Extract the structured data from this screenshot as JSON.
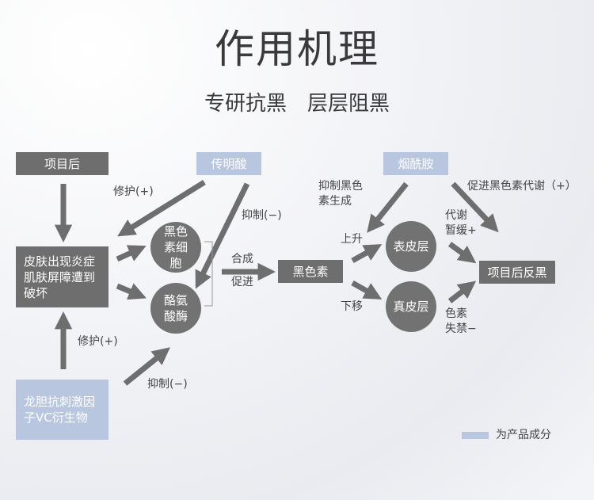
{
  "title": "作用机理",
  "subtitle": "专研抗黑　层层阻黑",
  "boxes": {
    "after_project": "项目后",
    "tranexamic": "传明酸",
    "niacinamide": "烟酰胺",
    "skin_issue": "皮肤出现炎症肌肤屏障遭到破坏",
    "gentian": "龙胆抗刺激因子VC衍生物",
    "melanin": "黑色素",
    "rebound": "项目后反黑"
  },
  "circles": {
    "melanocyte": "黑色素细胞",
    "tyrosinase": "酪氨酸酶",
    "epidermis": "表皮层",
    "dermis": "真皮层"
  },
  "labels": {
    "repair1": "修护(+)",
    "inhibit1": "抑制(−)",
    "synth": "合成",
    "promote": "促进",
    "repair2": "修护(+)",
    "inhibit2": "抑制(−)",
    "inhibit_melanin": "抑制黑色\n素生成",
    "promote_metab": "促进黑色素代谢（+）",
    "rise": "上升",
    "sink": "下移",
    "metab_delay": "代谢\n暂缓+",
    "incontinence": "色素\n失禁−"
  },
  "legend": {
    "label": "为产品成分",
    "color": "#b8c6e0"
  }
}
